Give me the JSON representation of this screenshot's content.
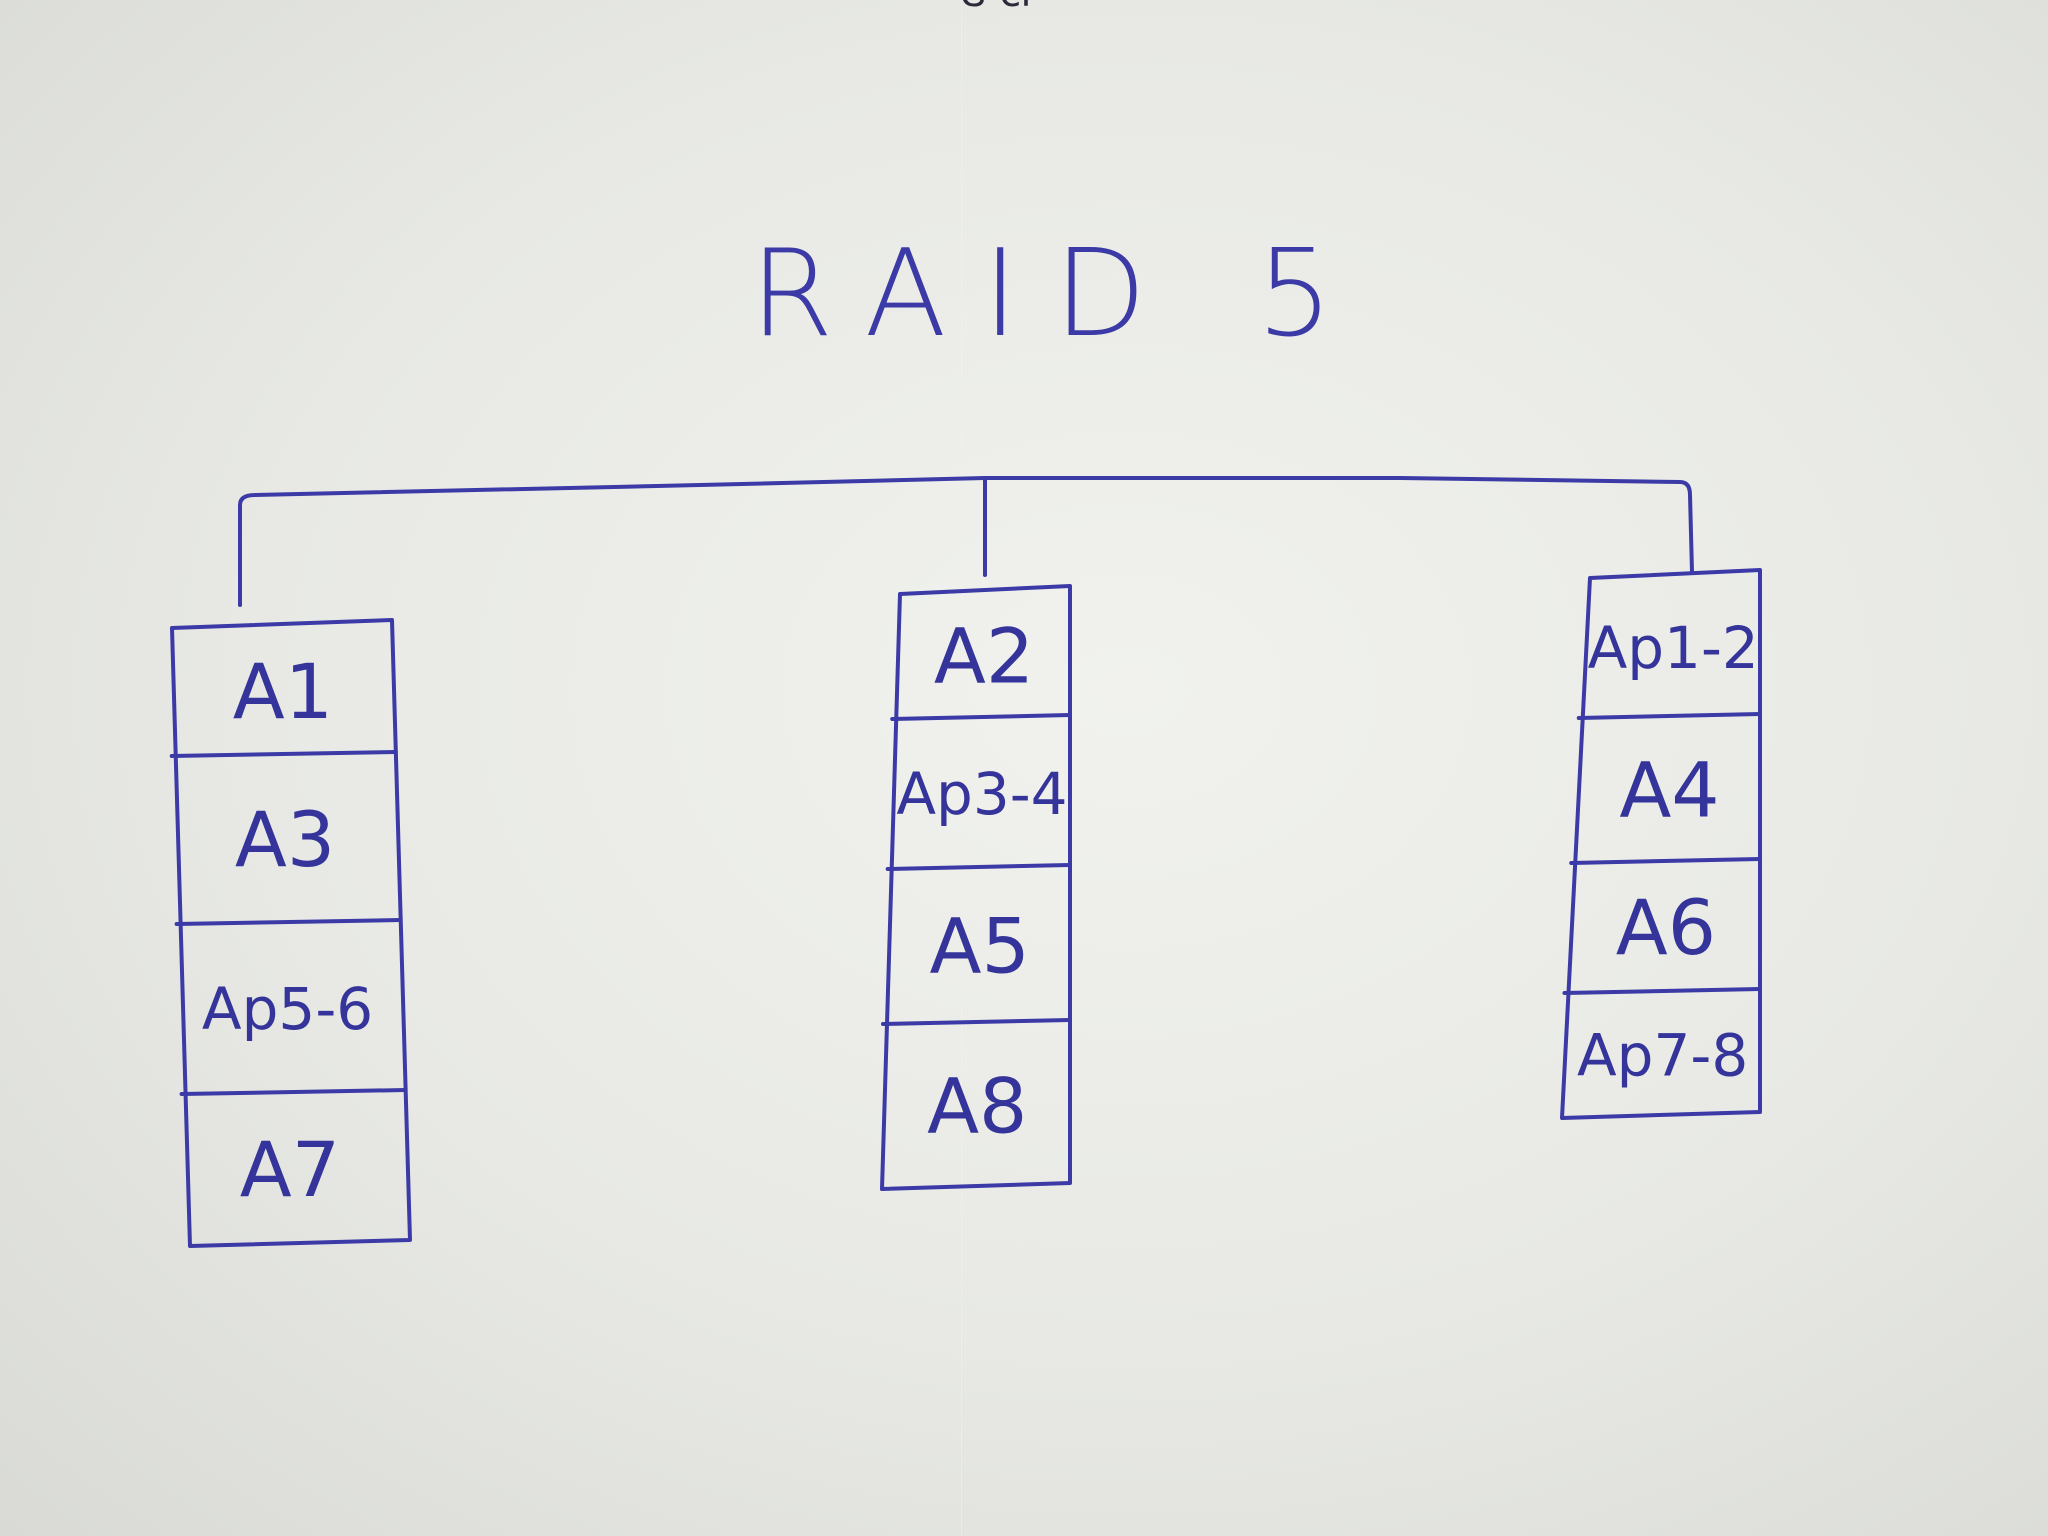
{
  "diagram": {
    "title": "RAID 5",
    "ink_color": "#3b3aa6",
    "top_scribble": "ɞ ᴄᴘ",
    "disks": [
      {
        "blocks": [
          "A1",
          "A3",
          "Ap5-6",
          "A7"
        ]
      },
      {
        "blocks": [
          "A2",
          "Ap3-4",
          "A5",
          "A8"
        ]
      },
      {
        "blocks": [
          "Ap1-2",
          "A4",
          "A6",
          "Ap7-8"
        ]
      }
    ]
  }
}
